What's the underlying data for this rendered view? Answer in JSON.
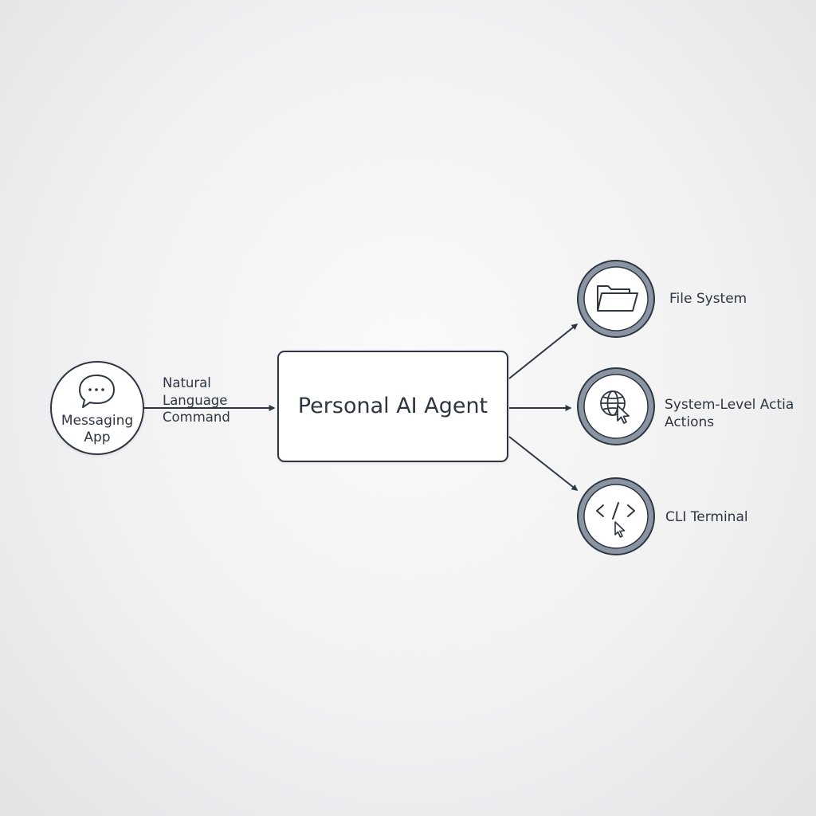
{
  "source": {
    "icon": "speech-bubble-icon",
    "label_line1": "Messaging",
    "label_line2": "App"
  },
  "command_edge": {
    "line1": "Natural",
    "line2": "Language",
    "line3": "Command"
  },
  "agent": {
    "title": "Personal AI Agent"
  },
  "tools": [
    {
      "icon": "folder-icon",
      "label_line1": "File System"
    },
    {
      "icon": "globe-cursor-icon",
      "label_line1": "System-Level Actia",
      "label_line2": "Actions"
    },
    {
      "icon": "code-cursor-icon",
      "label_line1": "CLI Terminal"
    }
  ],
  "colors": {
    "stroke": "#2e3642",
    "ring_fill": "#8a94a3",
    "node_fill": "#ffffff"
  }
}
